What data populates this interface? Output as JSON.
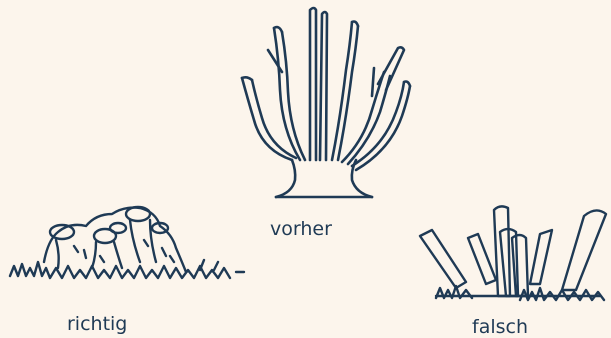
{
  "colors": {
    "background": "#fcf5ec",
    "ink": "#1f3a55"
  },
  "figure": {
    "before": {
      "caption": "vorher"
    },
    "correct": {
      "caption": "richtig"
    },
    "wrong": {
      "caption": "falsch"
    }
  }
}
